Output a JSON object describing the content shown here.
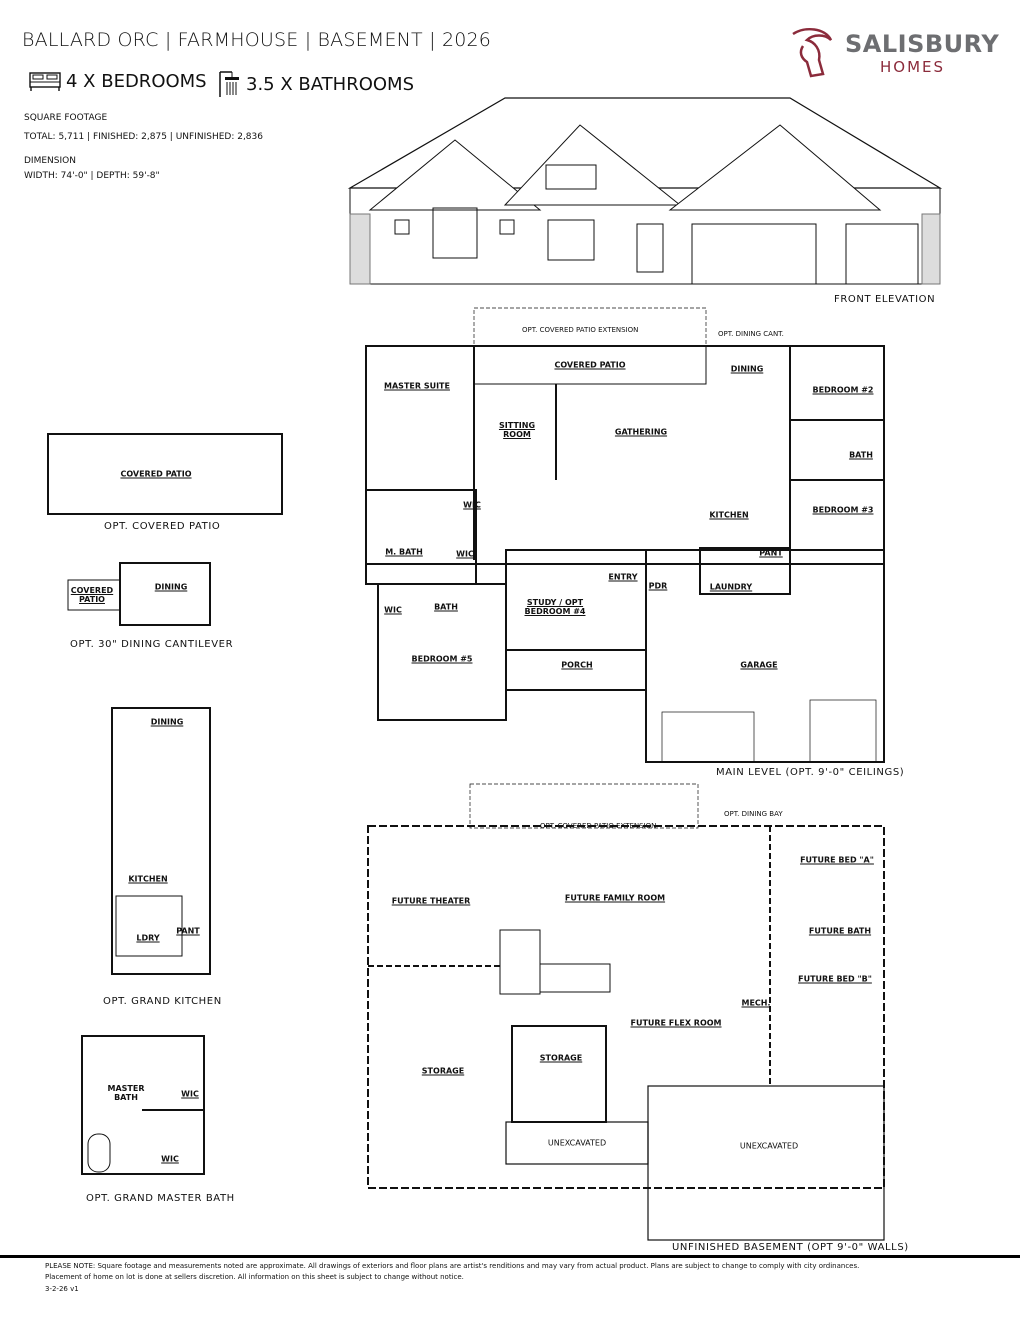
{
  "header": {
    "title": "BALLARD ORC | FARMHOUSE | BASEMENT | 2026",
    "bedrooms": "4 X BEDROOMS",
    "bathrooms": "3.5 X BATHROOMS",
    "sqft_label": "SQUARE FOOTAGE",
    "sqft_value": "TOTAL: 5,711 | FINISHED: 2,875 | UNFINISHED: 2,836",
    "dimension_label": "DIMENSION",
    "dimension_value": "WIDTH: 74'-0\" | DEPTH: 59'-8\""
  },
  "logo": {
    "name": "SALISBURY",
    "sub": "HOMES"
  },
  "captions": {
    "front": "FRONT ELEVATION",
    "main": "MAIN LEVEL (OPT. 9'-0\" CEILINGS)",
    "basement": "UNFINISHED BASEMENT (OPT 9'-0\" WALLS)",
    "opt_patio": "OPT. COVERED PATIO",
    "opt_dining": "OPT. 30\" DINING CANTILEVER",
    "opt_kitchen": "OPT. GRAND KITCHEN",
    "opt_master": "OPT. GRAND MASTER BATH"
  },
  "main_rooms": [
    "COVERED PATIO",
    "MASTER SUITE",
    "SITTING ROOM",
    "GATHERING",
    "DINING",
    "BEDROOM #2",
    "BATH",
    "BEDROOM #3",
    "KITCHEN",
    "PANT",
    "LAUNDRY",
    "PDR",
    "ENTRY",
    "STUDY / OPT BEDROOM #4",
    "M. BATH",
    "WIC",
    "WIC",
    "BATH",
    "WIC",
    "BEDROOM #5",
    "PORCH",
    "GARAGE"
  ],
  "main_notes": [
    "OPT. COVERED PATIO EXTENSION",
    "OPT. DINING CANT."
  ],
  "basement_rooms": [
    "FUTURE THEATER",
    "FUTURE FAMILY ROOM",
    "FUTURE BED \"A\"",
    "FUTURE BATH",
    "FUTURE BED \"B\"",
    "MECH.",
    "FUTURE FLEX ROOM",
    "STORAGE",
    "STORAGE",
    "UNEXCAVATED",
    "UNEXCAVATED"
  ],
  "basement_notes": [
    "OPT. COVERED PATIO EXTENSION",
    "OPT. DINING BAY"
  ],
  "option_rooms": [
    "COVERED PATIO",
    "COVERED PATIO",
    "DINING",
    "DINING",
    "KITCHEN",
    "LDRY",
    "PANT",
    "MASTER BATH",
    "WIC",
    "WIC"
  ],
  "footer": {
    "line1": "PLEASE NOTE: Square footage and measurements noted are approximate. All drawings of exteriors and floor plans are artist's renditions and may vary from actual product. Plans are subject to change to comply with city ordinances.",
    "line2": "Placement of home on lot is done at sellers discretion. All information on this sheet is subject to change without notice.",
    "version": "3-2-26 v1"
  }
}
